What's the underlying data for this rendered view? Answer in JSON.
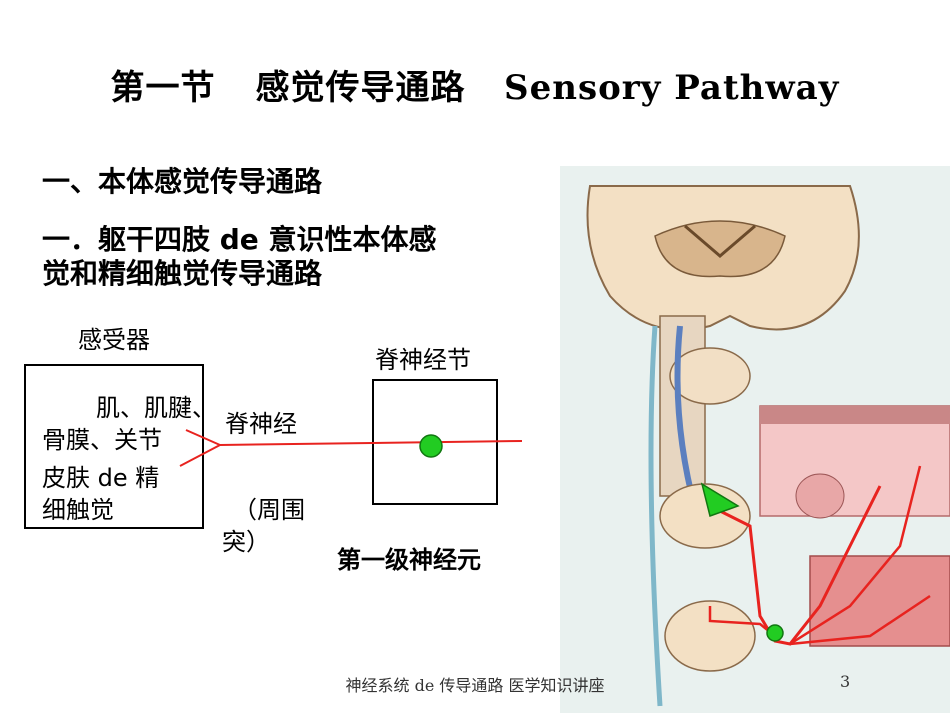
{
  "title": {
    "cn": "第一节",
    "main": "感觉传导通路",
    "en": "Sensory Pathway"
  },
  "section1": "一、本体感觉传导通路",
  "section2_line1": "一．躯干四肢 de 意识性本体感",
  "section2_line2": "觉和精细触觉传导通路",
  "diagram": {
    "receptor_heading": "感受器",
    "receptor_line1": "肌、肌腱、",
    "receptor_line2": "骨膜、关节",
    "receptor_line3": "皮肤 de 精",
    "receptor_line4": "细触觉",
    "nerve_label": "脊神经",
    "peripheral_line1": "（周围",
    "peripheral_line2": "突）",
    "ganglion_label": "脊神经节",
    "neuron_label": "第一级神经元",
    "colors": {
      "path": "#e8231f",
      "neuron": "#22cc22"
    }
  },
  "footer": "神经系统 de 传导通路  医学知识讲座",
  "page_number": "3"
}
